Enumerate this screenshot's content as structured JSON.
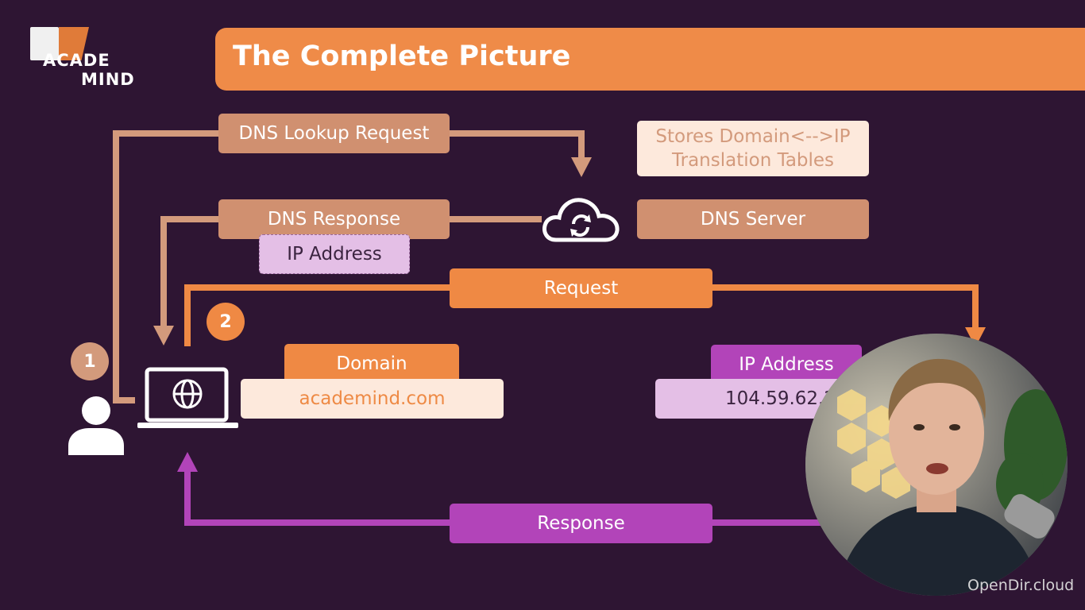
{
  "logo": {
    "line1": "ACADE",
    "line2": "MIND"
  },
  "title": "The Complete Picture",
  "labels": {
    "dns_lookup_request": "DNS Lookup Request",
    "dns_response": "DNS Response",
    "dns_ip_address": "IP Address",
    "stores_line1": "Stores Domain<-->IP",
    "stores_line2": "Translation Tables",
    "dns_server": "DNS Server",
    "request": "Request",
    "response": "Response",
    "domain_header": "Domain",
    "domain_value": "academind.com",
    "ip_header": "IP Address",
    "ip_value": "104.59.62.2"
  },
  "badges": {
    "step1": "1",
    "step2": "2"
  },
  "watermark": {
    "part1": "OpenDir",
    "part2": ".cloud"
  },
  "colors": {
    "background": "#2e1533",
    "accent_orange": "#ef8b48",
    "dns_tan": "#d09070",
    "response_purple": "#b244b9",
    "cream": "#fde9dc",
    "lilac": "#e4bfe6"
  },
  "icons": [
    "user-icon",
    "laptop-globe-icon",
    "cloud-sync-icon"
  ]
}
